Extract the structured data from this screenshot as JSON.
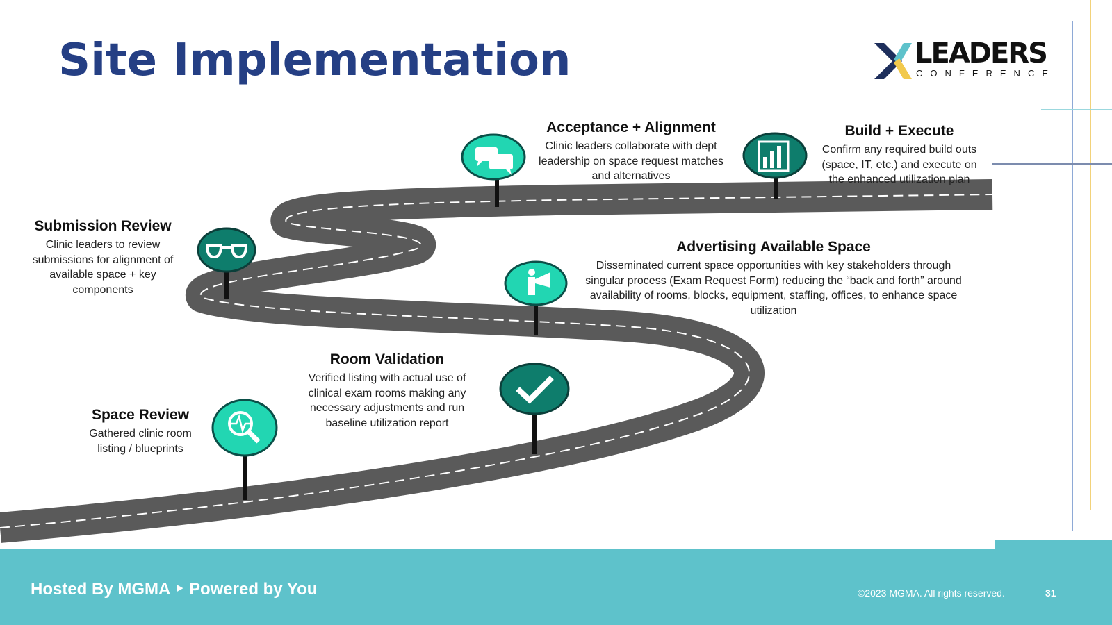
{
  "title": "Site Implementation",
  "logo": {
    "text_main": "LEADERS",
    "text_sub": "CONFERENCE",
    "colors": [
      "#1e2f5c",
      "#5ec2cb",
      "#f2c94c"
    ]
  },
  "steps": [
    {
      "title": "Space Review",
      "body": "Gathered clinic room listing / blueprints",
      "icon": "magnifier-pulse-icon"
    },
    {
      "title": "Submission Review",
      "body": "Clinic leaders to review submissions for alignment of available space + key components",
      "icon": "glasses-icon"
    },
    {
      "title": "Room Validation",
      "body": "Verified listing with actual use of clinical exam rooms making any necessary adjustments and run baseline utilization report",
      "icon": "checkmark-icon"
    },
    {
      "title": "Advertising Available Space",
      "body": "Disseminated current space opportunities with key stakeholders through singular process (Exam Request Form) reducing the “back and forth” around availability of rooms, blocks, equipment, staffing, offices,  to enhance space utilization",
      "icon": "megaphone-person-icon"
    },
    {
      "title": "Acceptance + Alignment",
      "body": "Clinic leaders collaborate with dept leadership on space request matches and alternatives",
      "icon": "chat-bubbles-icon"
    },
    {
      "title": "Build + Execute",
      "body": "Confirm any required build outs (space, IT, etc.) and execute on the enhanced utilization plan",
      "icon": "bar-chart-icon"
    }
  ],
  "colors": {
    "title": "#253f84",
    "pin_bright": "#22d6b2",
    "pin_dark": "#0e7d6c",
    "road": "#5a5a5a",
    "footer": "#5ec2cb"
  },
  "footer": {
    "hosted": "Hosted By MGMA  ‣  Powered by You",
    "copyright": "©2023 MGMA. All rights reserved.",
    "page": "31"
  }
}
